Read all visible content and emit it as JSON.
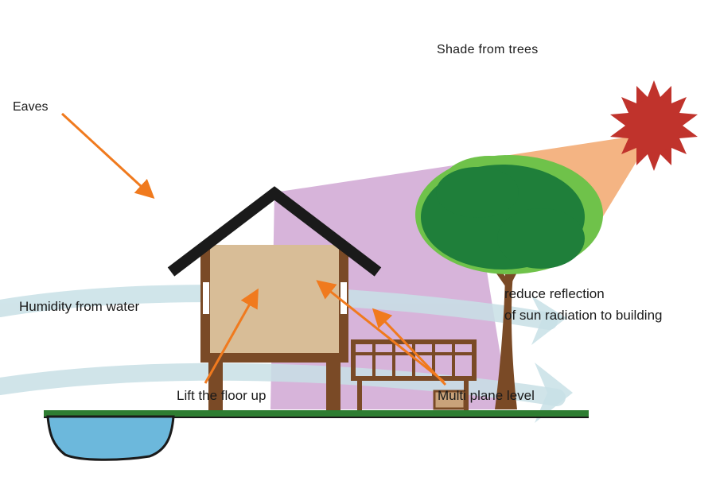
{
  "labels": {
    "shade_from_trees": "Shade from  trees",
    "eaves": "Eaves",
    "humidity_from_water": "Humidity from water",
    "reduce_reflection_line1": "reduce reflection",
    "reduce_reflection_line2": "of sun radiation to building",
    "lift_floor": "Lift the  floor up",
    "multi_plane": "Multi plane level"
  },
  "colors": {
    "sun": "#c0332c",
    "sun_beam": "#f4b483",
    "shade_zone": "#d7b4da",
    "wind_flow": "#c8e0e6",
    "tree_canopy": "#1f7f3a",
    "tree_canopy_light": "#6fc24a",
    "house_wall": "#d8bd97",
    "house_frame": "#7a4a26",
    "roof": "#1a1a1a",
    "arrow": "#f07a1e",
    "ground": "#2e7d32",
    "water": "#6cb8dc"
  },
  "icons": [
    "sun-icon",
    "tree-icon",
    "house-icon",
    "bench-icon",
    "pond-icon"
  ]
}
